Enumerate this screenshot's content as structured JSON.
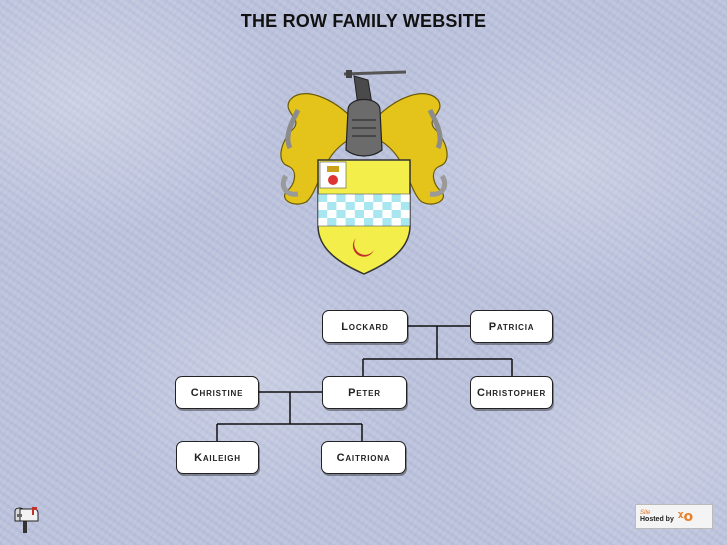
{
  "page": {
    "title": "THE ROW FAMILY WEBSITE"
  },
  "crest": {
    "icon": "family-coat-of-arms",
    "colors": {
      "shield": "#f3ee4a",
      "chequy_light": "#ffffff",
      "chequy_dark": "#a8e6f0",
      "crescent": "#c0322a",
      "mantling": "#e4c41a"
    }
  },
  "family_tree": {
    "nodes": {
      "lockard": "Lockard",
      "patricia": "Patricia",
      "christine": "Christine",
      "peter": "Peter",
      "christopher": "Christopher",
      "kaileigh": "Kaileigh",
      "caitriona": "Caitriona"
    }
  },
  "footer": {
    "mailbox_icon": "mailbox-icon",
    "hosted_site": "Site",
    "hosted_by": "Hosted by",
    "hosted_logo": "ᵡo"
  }
}
